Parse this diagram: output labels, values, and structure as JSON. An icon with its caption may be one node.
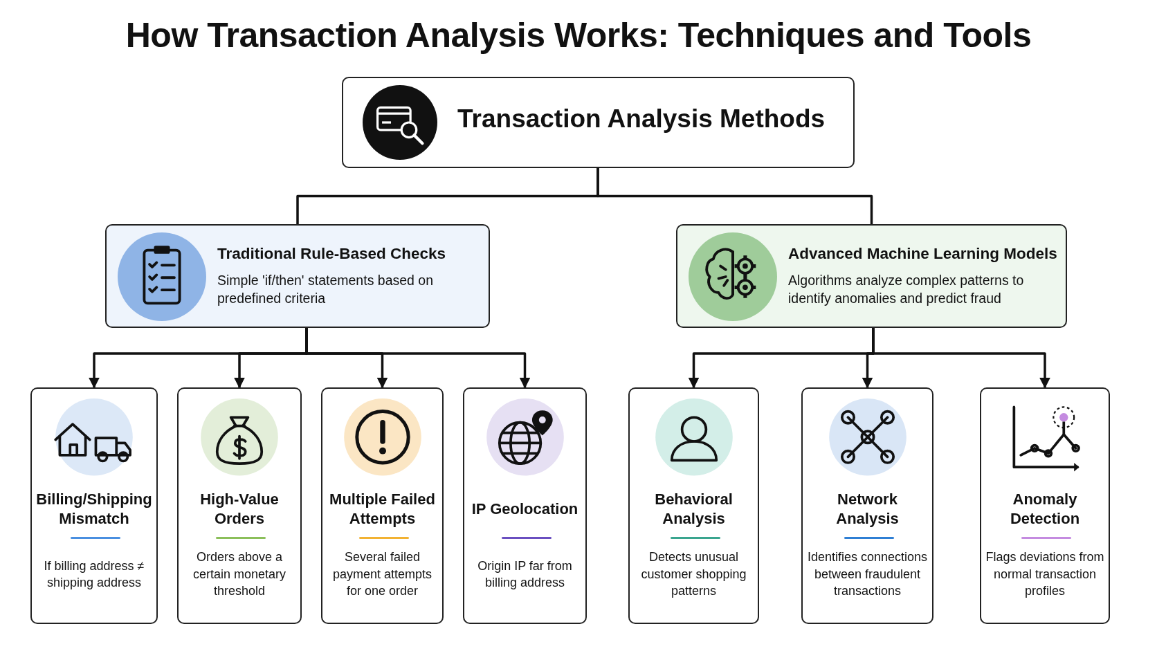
{
  "diagram": {
    "title": "How Transaction Analysis Works: Techniques and Tools",
    "nodes": [
      {
        "text": [
          "Transaction Analysis Methods"
        ]
      },
      {
        "text": [
          "Traditional Rule-Based Checks",
          "Simple 'if/then' statements based on predefined criteria"
        ]
      },
      {
        "text": [
          "Advanced Machine Learning Models",
          "Algorithms analyze complex patterns to identify anomalies and predict fraud"
        ]
      },
      {
        "text": [
          "Billing/Shipping Mismatch",
          "If billing address ≠ shipping address"
        ]
      },
      {
        "text": [
          "High-Value Orders",
          "Orders above a certain monetary threshold"
        ]
      },
      {
        "text": [
          "Multiple Failed Attempts",
          "Several failed payment attempts for one order"
        ]
      },
      {
        "text": [
          "IP Geolocation",
          "Origin IP far from billing address"
        ]
      },
      {
        "text": [
          "Behavioral Analysis",
          "Detects unusual customer shopping patterns"
        ]
      },
      {
        "text": [
          "Network Analysis",
          "Identifies connections between fraudulent transactions"
        ]
      },
      {
        "text": [
          "Anomaly Detection",
          "Flags deviations from normal transaction profiles"
        ]
      }
    ],
    "edges": [
      {
        "from": 0,
        "to": 1,
        "arrow": "none"
      },
      {
        "from": 0,
        "to": 2,
        "arrow": "none"
      },
      {
        "from": 1,
        "to": 3,
        "arrow": "to"
      },
      {
        "from": 1,
        "to": 4,
        "arrow": "to"
      },
      {
        "from": 1,
        "to": 5,
        "arrow": "to"
      },
      {
        "from": 1,
        "to": 6,
        "arrow": "to"
      },
      {
        "from": 2,
        "to": 7,
        "arrow": "to"
      },
      {
        "from": 2,
        "to": 8,
        "arrow": "to"
      },
      {
        "from": 2,
        "to": 9,
        "arrow": "to"
      }
    ]
  }
}
